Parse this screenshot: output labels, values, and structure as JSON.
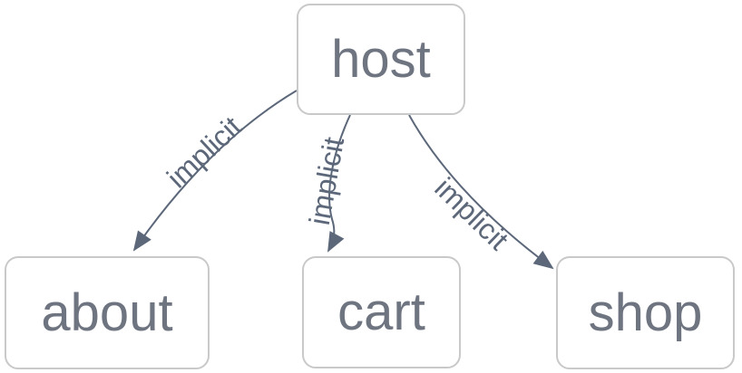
{
  "diagram": {
    "type": "graph",
    "nodes": [
      {
        "id": "host",
        "label": "host"
      },
      {
        "id": "about",
        "label": "about"
      },
      {
        "id": "cart",
        "label": "cart"
      },
      {
        "id": "shop",
        "label": "shop"
      }
    ],
    "edges": [
      {
        "from": "host",
        "to": "about",
        "label": "implicit",
        "arrow": "to"
      },
      {
        "from": "host",
        "to": "cart",
        "label": "implicit",
        "arrow": "to"
      },
      {
        "from": "host",
        "to": "shop",
        "label": "implicit",
        "arrow": "to"
      }
    ],
    "colors": {
      "background": "#ffffff",
      "node_fill": "#ffffff",
      "node_border": "#c9c9c9",
      "node_text": "#6e7480",
      "edge": "#5c687a",
      "edge_label": "#5c687a"
    }
  }
}
